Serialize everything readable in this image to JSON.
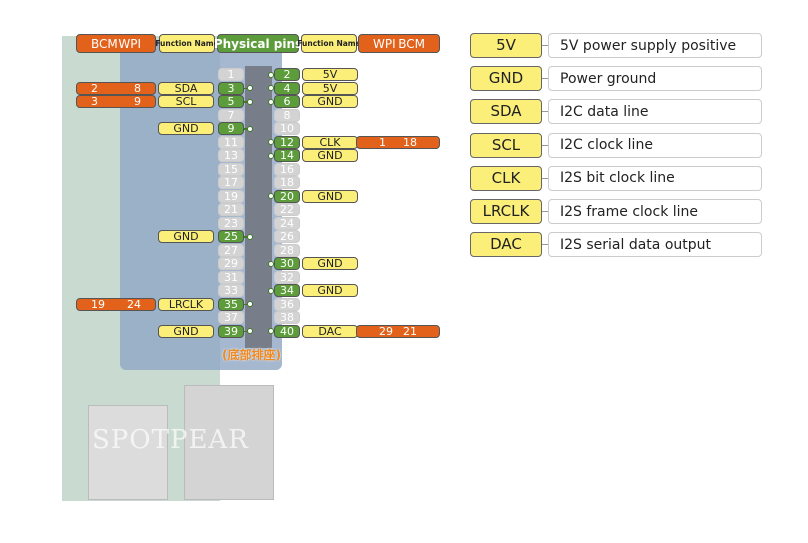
{
  "header": {
    "left_bcm": "BCM",
    "left_wpi": "WPI",
    "left_function": "Function Name",
    "physical": "Physical pins",
    "right_function": "Function Name",
    "right_wpi": "WPI",
    "right_bcm": "BCM"
  },
  "watermark": "SPOTPEAR",
  "note": "(底部排座)",
  "pins": [
    {
      "pin": "1"
    },
    {
      "pin": "2",
      "func": "5V"
    },
    {
      "pin": "3",
      "func": "SDA",
      "bcm": "2",
      "wpi": "8"
    },
    {
      "pin": "4",
      "func": "5V"
    },
    {
      "pin": "5",
      "func": "SCL",
      "bcm": "3",
      "wpi": "9"
    },
    {
      "pin": "6",
      "func": "GND"
    },
    {
      "pin": "7"
    },
    {
      "pin": "8"
    },
    {
      "pin": "9",
      "func": "GND"
    },
    {
      "pin": "10"
    },
    {
      "pin": "11"
    },
    {
      "pin": "12",
      "func": "CLK",
      "wpi": "1",
      "bcm": "18"
    },
    {
      "pin": "13"
    },
    {
      "pin": "14",
      "func": "GND"
    },
    {
      "pin": "15"
    },
    {
      "pin": "16"
    },
    {
      "pin": "17"
    },
    {
      "pin": "18"
    },
    {
      "pin": "19"
    },
    {
      "pin": "20",
      "func": "GND"
    },
    {
      "pin": "21"
    },
    {
      "pin": "22"
    },
    {
      "pin": "23"
    },
    {
      "pin": "24"
    },
    {
      "pin": "25",
      "func": "GND"
    },
    {
      "pin": "26"
    },
    {
      "pin": "27"
    },
    {
      "pin": "28"
    },
    {
      "pin": "29"
    },
    {
      "pin": "30",
      "func": "GND"
    },
    {
      "pin": "31"
    },
    {
      "pin": "32"
    },
    {
      "pin": "33"
    },
    {
      "pin": "34",
      "func": "GND"
    },
    {
      "pin": "35",
      "func": "LRCLK",
      "bcm": "19",
      "wpi": "24"
    },
    {
      "pin": "36"
    },
    {
      "pin": "37"
    },
    {
      "pin": "38"
    },
    {
      "pin": "39",
      "func": "GND"
    },
    {
      "pin": "40",
      "func": "DAC",
      "wpi": "29",
      "bcm": "21"
    }
  ],
  "legend": [
    {
      "key": "5V",
      "desc": "5V power supply positive"
    },
    {
      "key": "GND",
      "desc": "Power ground"
    },
    {
      "key": "SDA",
      "desc": "I2C data line"
    },
    {
      "key": "SCL",
      "desc": "I2C clock line"
    },
    {
      "key": "CLK",
      "desc": "I2S bit clock line"
    },
    {
      "key": "LRCLK",
      "desc": "I2S frame clock line"
    },
    {
      "key": "DAC",
      "desc": "I2S serial data output"
    }
  ],
  "colors": {
    "bcm_wpi": "#e2621b",
    "function": "#fbef7a",
    "active_pin": "#5c9c3a",
    "unused_pin": "#d3d3d3"
  }
}
